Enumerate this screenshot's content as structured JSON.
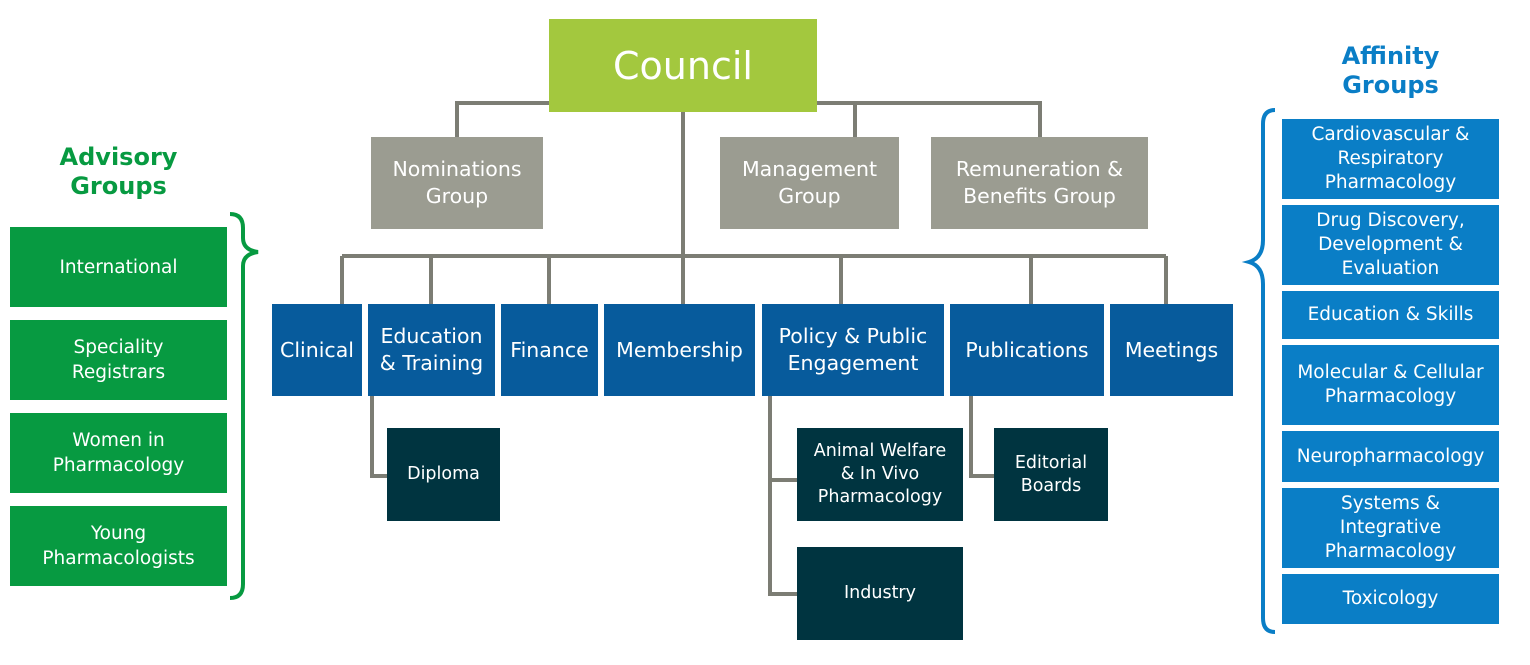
{
  "colors": {
    "council": "#a3c83e",
    "gray": "#9b9c91",
    "blue": "#075b9c",
    "navy": "#003440",
    "green": "#079a41",
    "affinity": "#0a7ec6",
    "connector": "#7c7d74"
  },
  "council": {
    "label": "Council"
  },
  "groups": {
    "nominations": "Nominations\nGroup",
    "management": "Management\nGroup",
    "remuneration": "Remuneration &\nBenefits Group"
  },
  "committees": {
    "clinical": "Clinical",
    "education": "Education\n& Training",
    "finance": "Finance",
    "membership": "Membership",
    "policy": "Policy & Public\nEngagement",
    "publications": "Publications",
    "meetings": "Meetings"
  },
  "subcommittees": {
    "diploma": "Diploma",
    "animal_welfare": "Animal Welfare\n& In Vivo\nPharmacology",
    "industry": "Industry",
    "editorial": "Editorial\nBoards"
  },
  "advisory": {
    "heading": "Advisory\nGroups",
    "items": [
      "International",
      "Speciality\nRegistrars",
      "Women in\nPharmacology",
      "Young\nPharmacologists"
    ]
  },
  "affinity": {
    "heading": "Affinity\nGroups",
    "items": [
      "Cardiovascular &\nRespiratory\nPharmacology",
      "Drug Discovery,\nDevelopment &\nEvaluation",
      "Education & Skills",
      "Molecular & Cellular\nPharmacology",
      "Neuropharmacology",
      "Systems &\nIntegrative\nPharmacology",
      "Toxicology"
    ]
  }
}
